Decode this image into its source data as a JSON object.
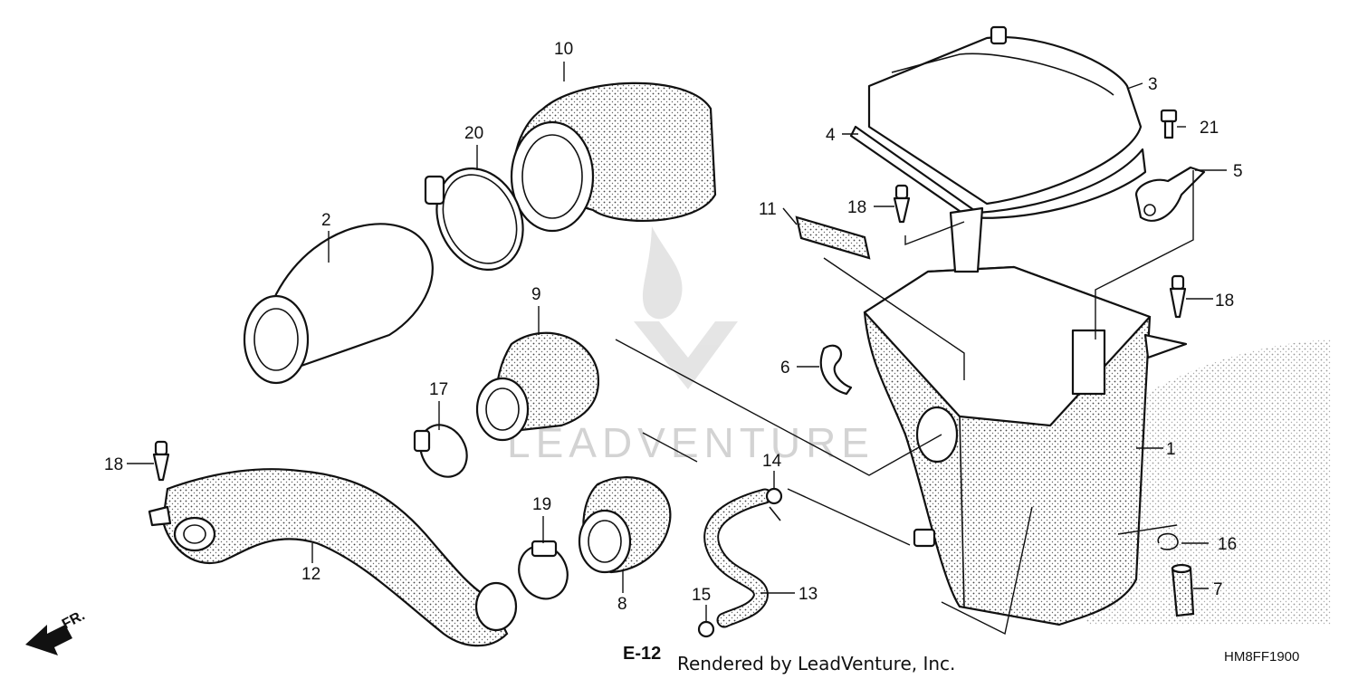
{
  "diagram": {
    "callouts": {
      "c1": "1",
      "c2": "2",
      "c3": "3",
      "c4": "4",
      "c5": "5",
      "c6": "6",
      "c7": "7",
      "c8": "8",
      "c9": "9",
      "c10": "10",
      "c11": "11",
      "c12": "12",
      "c13": "13",
      "c14": "14",
      "c15": "15",
      "c16": "16",
      "c17": "17",
      "c18a": "18",
      "c18b": "18",
      "c18c": "18",
      "c19": "19",
      "c20": "20",
      "c21": "21"
    },
    "reference": "E-12",
    "direction_label": "FR.",
    "rendered_by": "Rendered by LeadVenture, Inc.",
    "diagram_code": "HM8FF1900",
    "watermark": "LEADVENTURE"
  },
  "colors": {
    "ink": "#111111",
    "watermark": "#cfcfcf",
    "background": "#ffffff"
  }
}
